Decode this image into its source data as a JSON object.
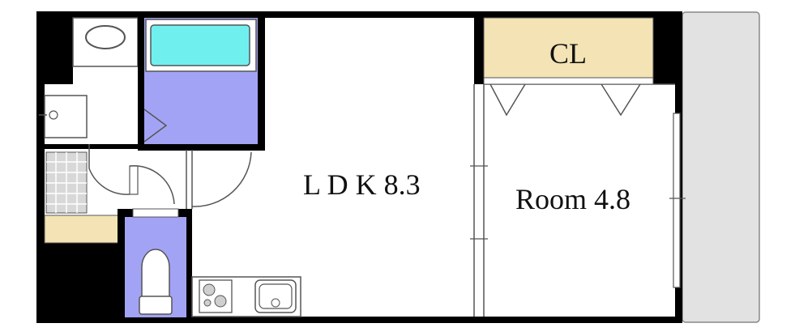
{
  "rooms": {
    "ldk_label": "L D K 8.3",
    "room_label": "Room 4.8",
    "closet_label": "CL"
  },
  "colors": {
    "wall": "#000000",
    "bath_fill": "#a3a3f5",
    "tub_fill": "#6ff0ef",
    "closet_fill": "#f3e3b5",
    "balcony_fill": "#e2e2e2",
    "tile_fill": "#d8d8d8",
    "shelf_fill": "#f3e3b5"
  }
}
